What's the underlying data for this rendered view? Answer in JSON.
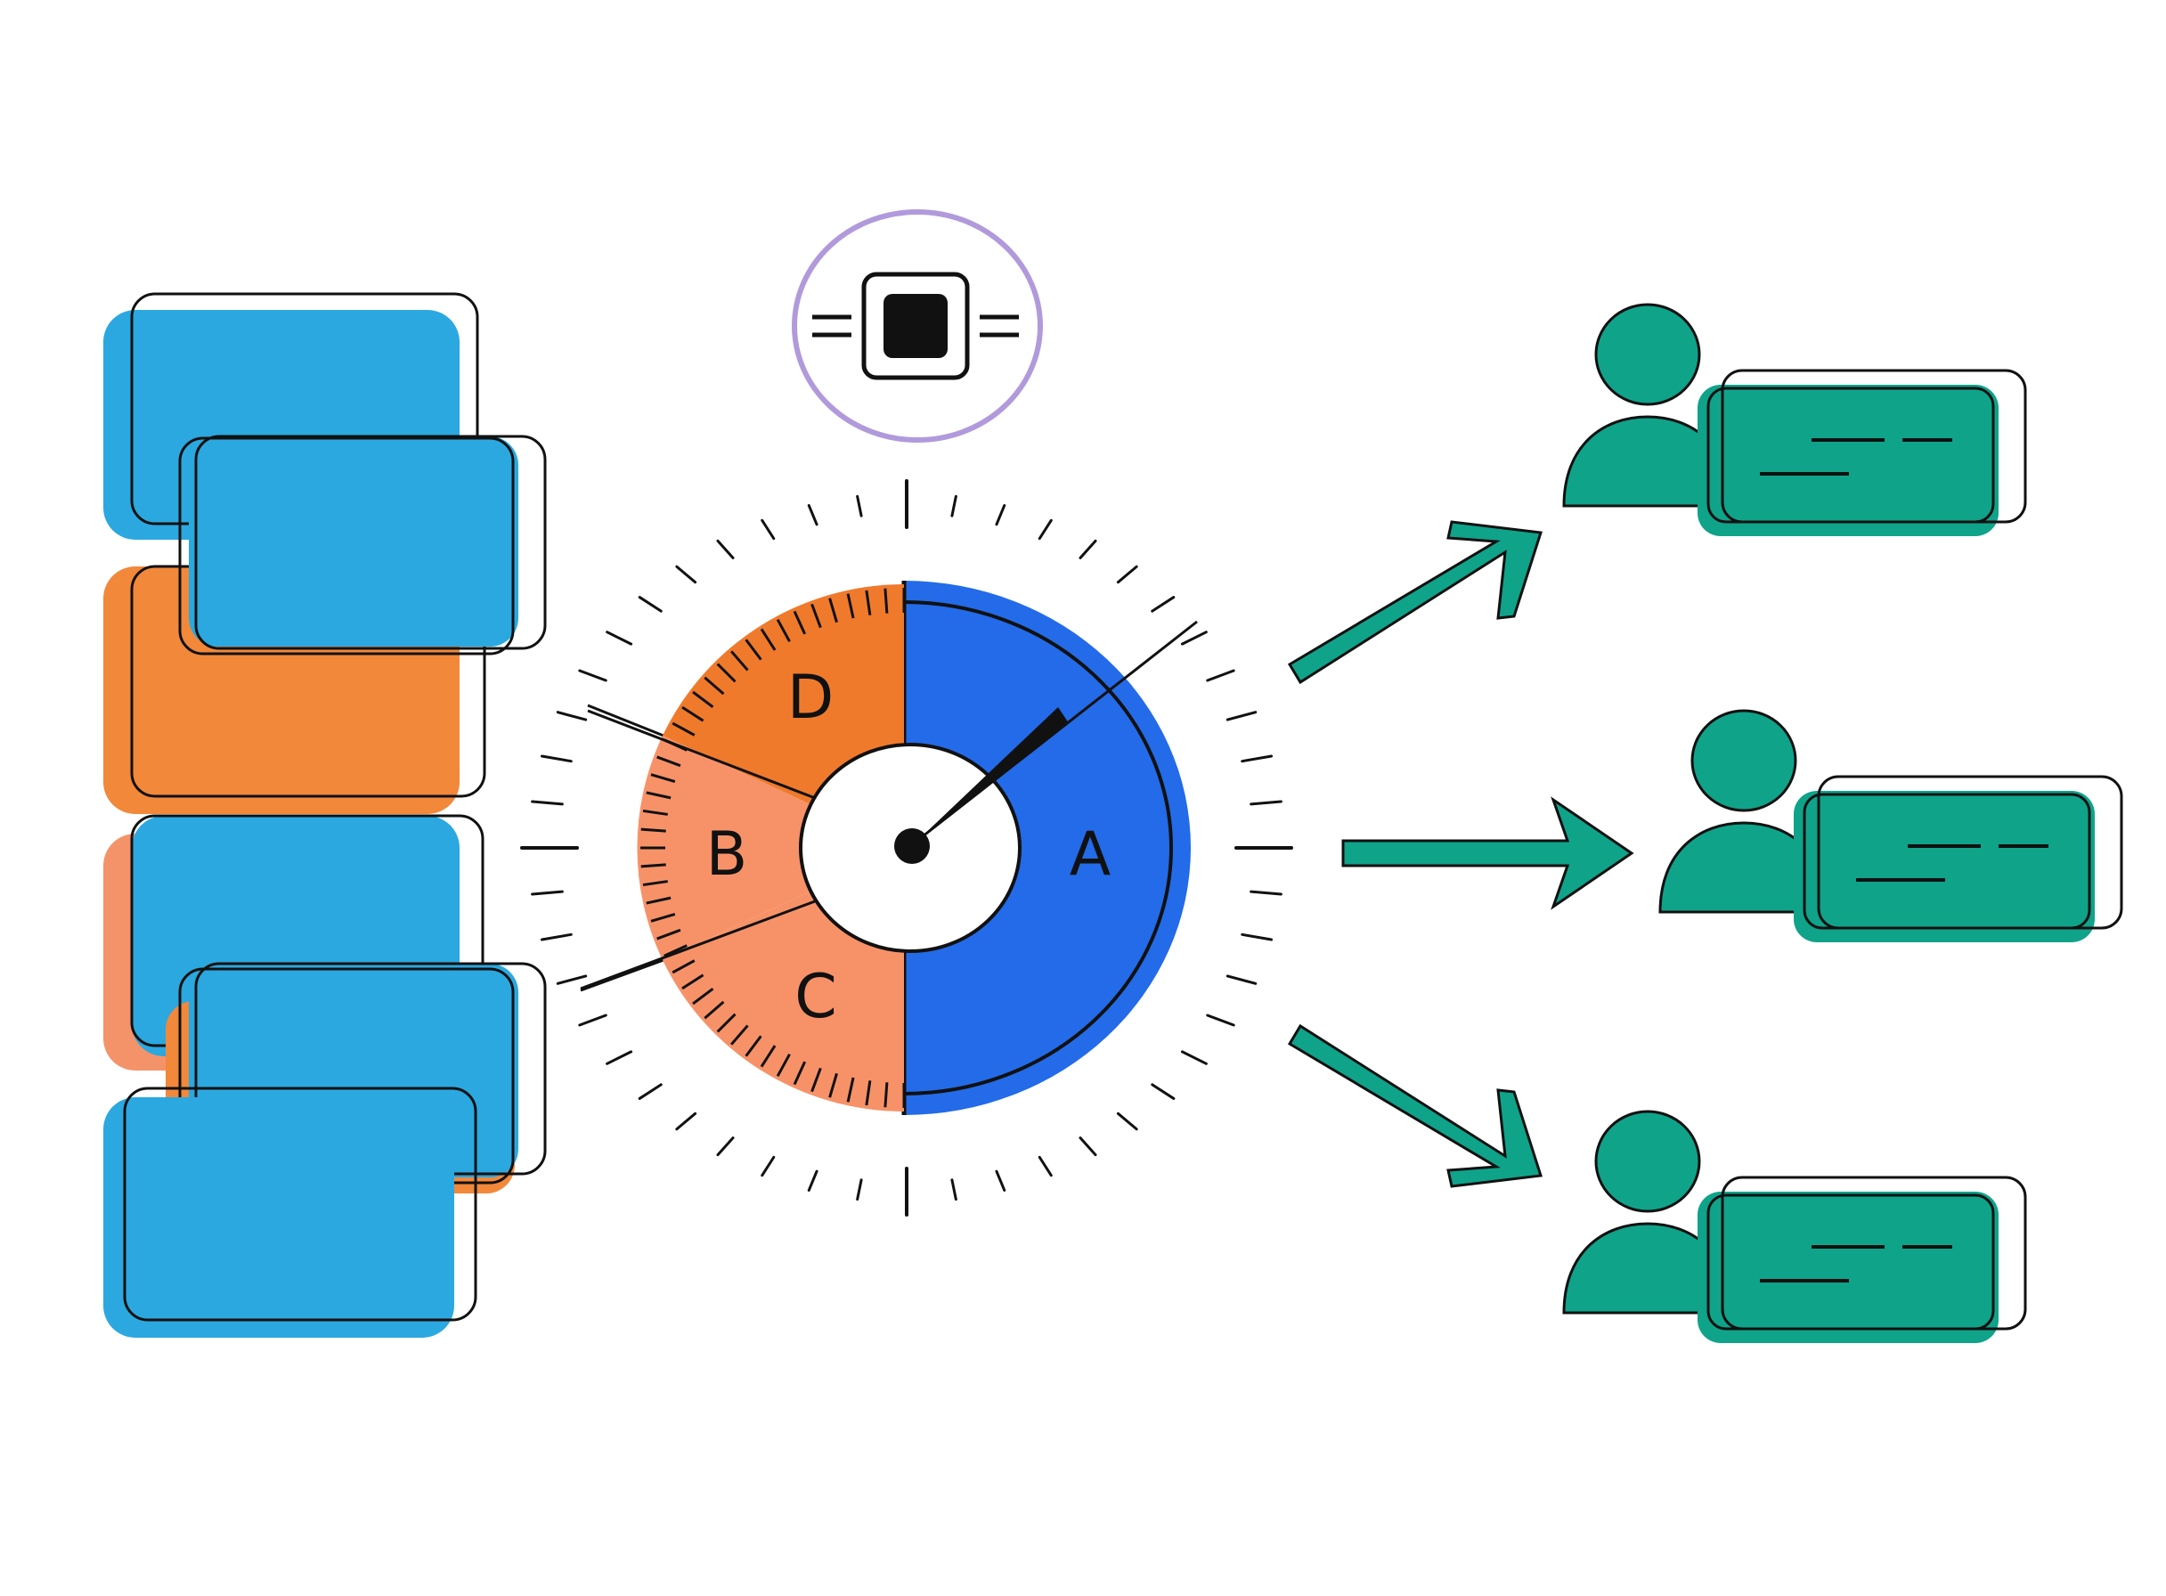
{
  "colors": {
    "blue_card": "#2BA8E0",
    "orange_card": "#F2883A",
    "salmon_card": "#F4936A",
    "segment_a": "#236BE8",
    "segment_d": "#F07A2C",
    "segment_bc": "#F79268",
    "teal": "#0FA38A",
    "chip_ring": "#B19ADB",
    "ink": "#111111"
  },
  "gauge": {
    "segments": [
      {
        "label": "A"
      },
      {
        "label": "B"
      },
      {
        "label": "C"
      },
      {
        "label": "D"
      }
    ],
    "needle_value": "A"
  },
  "processor": {
    "icon": "cpu-chip-icon"
  },
  "users": [
    {
      "icon": "user-icon",
      "bubble_icon": "chat-bubble-icon"
    },
    {
      "icon": "user-icon",
      "bubble_icon": "chat-bubble-icon"
    },
    {
      "icon": "user-icon",
      "bubble_icon": "chat-bubble-icon"
    }
  ]
}
